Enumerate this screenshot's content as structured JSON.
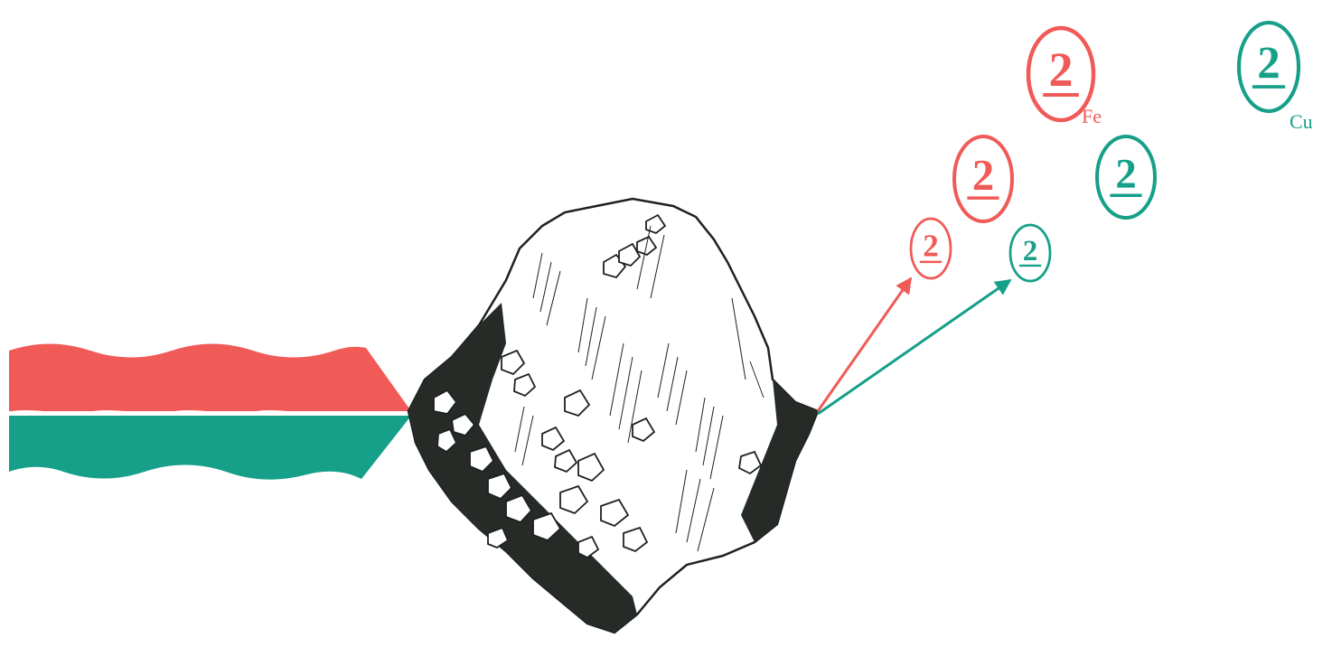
{
  "diagram": {
    "colors": {
      "fe": "#f05a57",
      "cu": "#169f89",
      "ink": "#262b28",
      "paper": "#ffffff"
    },
    "beams": {
      "upper": {
        "color_key": "fe"
      },
      "lower": {
        "color_key": "cu"
      }
    },
    "sample": {
      "icon": "crystal-rock-icon"
    },
    "arrows": [
      {
        "color_key": "fe"
      },
      {
        "color_key": "cu"
      }
    ],
    "labels": {
      "fe": "Fe",
      "cu": "Cu"
    },
    "emission_symbol": "2"
  }
}
